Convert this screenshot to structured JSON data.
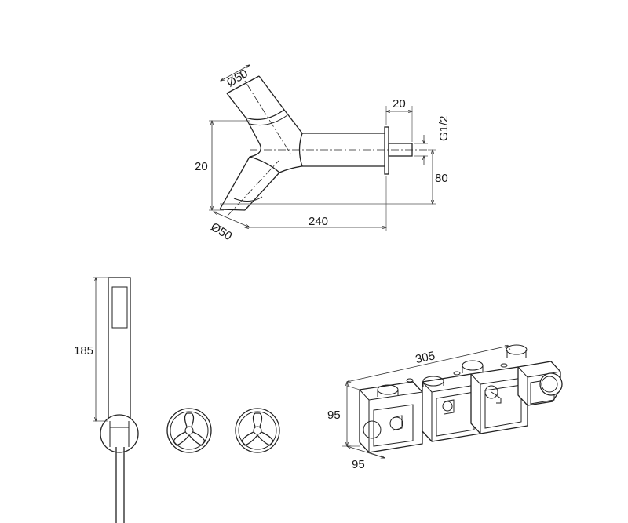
{
  "spout_view": {
    "dim_diameter_top": "Ø50",
    "dim_diameter_bottom": "Ø50",
    "dim_width_left": "20",
    "dim_length": "240",
    "dim_flange_depth": "20",
    "dim_thread": "G1/2",
    "dim_height": "80"
  },
  "hand_shower_view": {
    "dim_height": "185"
  },
  "rough_in_box_view": {
    "dim_length": "305",
    "dim_height": "95",
    "dim_depth": "95"
  }
}
